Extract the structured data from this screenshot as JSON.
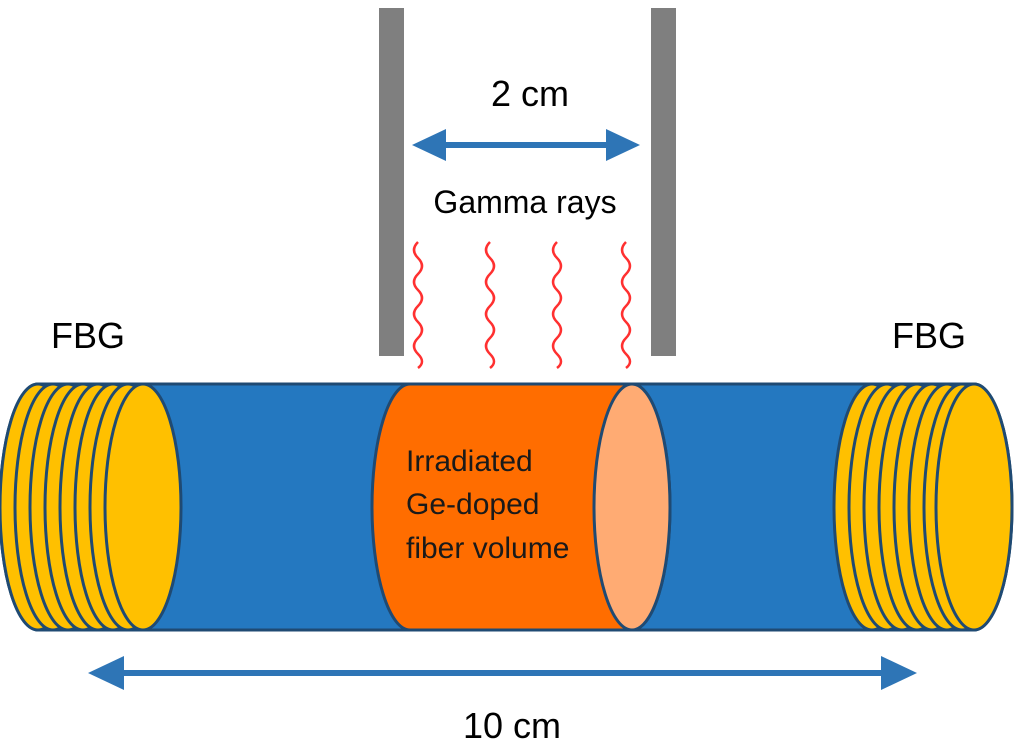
{
  "labels": {
    "top_width": "2 cm",
    "radiation": "Gamma rays",
    "fbg_left": "FBG",
    "fbg_right": "FBG",
    "irradiated_line1": "Irradiated",
    "irradiated_line2": "Ge-doped",
    "irradiated_line3": "fiber volume",
    "total_length": "10 cm"
  },
  "colors": {
    "fiber": "#2478c0",
    "fiber_outline": "#1f4a73",
    "grating": "#ffc000",
    "irradiated_zone": "#ff6d00",
    "irradiated_face": "#ffab73",
    "wall": "#7f7f7f",
    "gamma_wave": "#ff3030",
    "dimension_arrow": "#2e75b6"
  },
  "icons": {
    "gamma_ray": "wavy-line-icon",
    "dimension": "double-arrow-icon"
  }
}
